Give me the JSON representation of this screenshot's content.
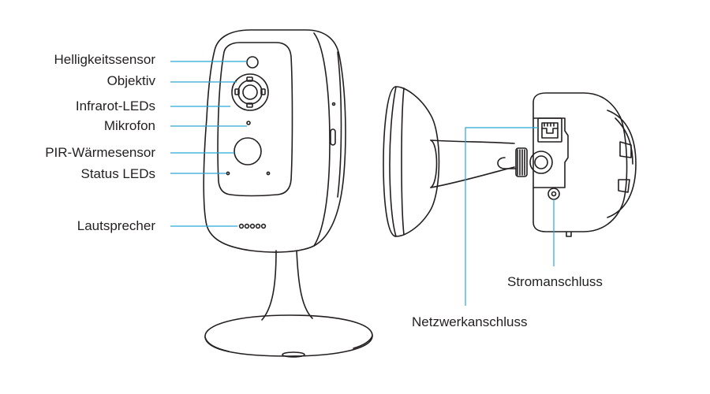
{
  "labels": {
    "brightness_sensor": "Helligkeitssensor",
    "lens": "Objektiv",
    "infrared_leds": "Infrarot-LEDs",
    "microphone": "Mikrofon",
    "pir_sensor": "PIR-Wärmesensor",
    "status_leds": "Status LEDs",
    "speaker": "Lautsprecher",
    "power_port": "Stromanschluss",
    "network_port": "Netzwerkanschluss"
  },
  "colors": {
    "leader_line": "#2aa7d8",
    "outline": "#231f20",
    "text": "#231f20"
  }
}
